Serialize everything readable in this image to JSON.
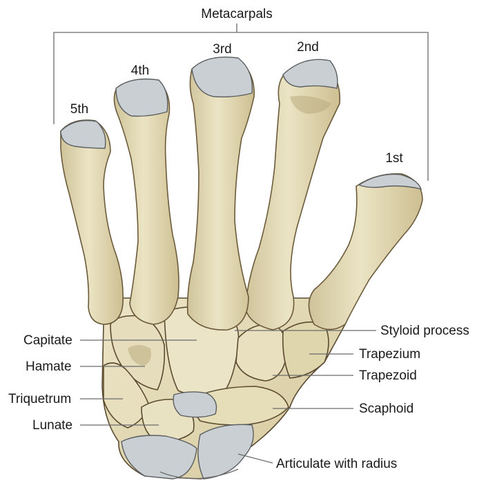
{
  "group_label": "Metacarpals",
  "metacarpals": [
    "5th",
    "4th",
    "3rd",
    "2nd",
    "1st"
  ],
  "left_labels": [
    "Capitate",
    "Hamate",
    "Triquetrum",
    "Lunate"
  ],
  "right_labels": [
    "Styloid process",
    "Trapezium",
    "Trapezoid",
    "Scaphoid",
    "Articulate with radius"
  ],
  "colors": {
    "bone": "#e2d9b3",
    "cartilage": "#c9cfd2",
    "outline": "#6b5a3a"
  }
}
